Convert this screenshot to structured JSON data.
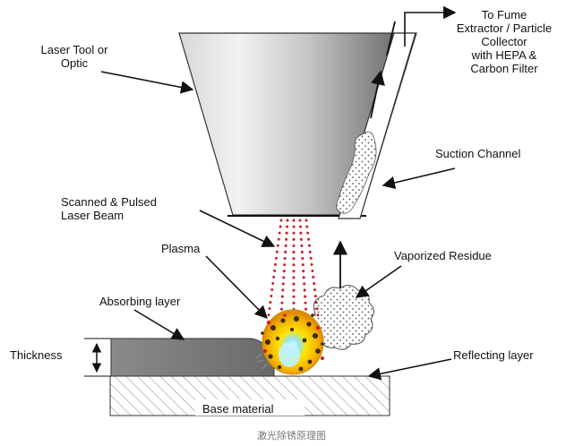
{
  "labels": {
    "fume_line1": "To Fume",
    "fume_line2": "Extractor / Particle",
    "fume_line3": "Collector",
    "fume_line4": "with HEPA &",
    "fume_line5": "Carbon Filter",
    "laser_tool_line1": "Laser Tool or",
    "laser_tool_line2": "Optic",
    "suction_channel": "Suction Channel",
    "scanned_line1": "Scanned & Pulsed",
    "scanned_line2": "Laser Beam",
    "plasma": "Plasma",
    "vaporized_residue": "Vaporized Residue",
    "absorbing_layer": "Absorbing layer",
    "thickness": "Thickness",
    "reflecting_layer": "Reflecting layer",
    "base_material": "Base material"
  },
  "caption": "激光除锈原理图",
  "colors": {
    "optic_light": "#eeeeee",
    "optic_dark": "#5c5c5c",
    "beam": "#cc1f2b",
    "absorbing_layer": "#7a7a7a",
    "plasma_core": "#ffe400",
    "plasma_glow": "#5ad7ff"
  }
}
